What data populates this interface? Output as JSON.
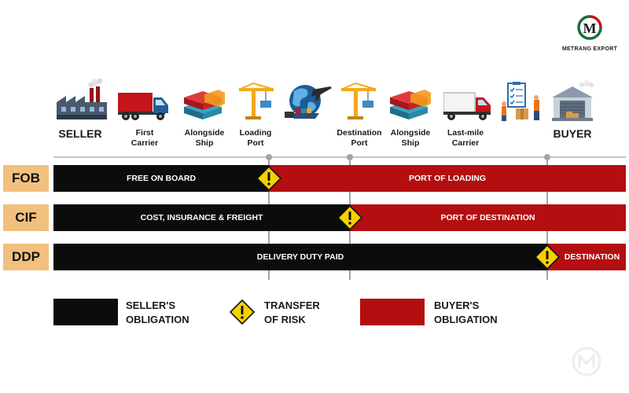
{
  "brand": {
    "name": "METRANG EXPORT",
    "logo_letter": "M"
  },
  "stages": [
    {
      "id": "seller",
      "label": "SELLER",
      "icon": "factory-icon"
    },
    {
      "id": "first-carrier",
      "label": "First\nCarrier",
      "icon": "truck-icon"
    },
    {
      "id": "alongside-ship-1",
      "label": "Alongside\nShip",
      "icon": "containers-icon"
    },
    {
      "id": "loading-port",
      "label": "Loading\nPort",
      "icon": "port-crane-icon"
    },
    {
      "id": "transit",
      "label": "",
      "icon": "globe-transport-icon"
    },
    {
      "id": "destination-port",
      "label": "Destination\nPort",
      "icon": "port-crane-icon"
    },
    {
      "id": "alongside-ship-2",
      "label": "Alongside\nShip",
      "icon": "containers-icon"
    },
    {
      "id": "last-mile",
      "label": "Last-mile\nCarrier",
      "icon": "box-truck-icon"
    },
    {
      "id": "customs",
      "label": "",
      "icon": "checklist-workers-icon"
    },
    {
      "id": "buyer",
      "label": "BUYER",
      "icon": "warehouse-icon"
    }
  ],
  "terms": [
    {
      "code": "FOB",
      "seller_text": "FREE ON BOARD",
      "buyer_text": "PORT OF LOADING",
      "transfer_at": "loading-port"
    },
    {
      "code": "CIF",
      "seller_text": "COST, INSURANCE & FREIGHT",
      "buyer_text": "PORT OF DESTINATION",
      "transfer_at": "destination-port"
    },
    {
      "code": "DDP",
      "seller_text": "DELIVERY DUTY PAID",
      "buyer_text": "DESTINATION",
      "transfer_at": "buyer"
    }
  ],
  "legend": {
    "seller": "SELLER'S\nOBLIGATION",
    "risk": "TRANSFER\nOF RISK",
    "buyer": "BUYER'S\nOBLIGATION"
  },
  "colors": {
    "seller": "#0c0c0c",
    "buyer": "#b30f10",
    "risk": "#f5d100",
    "tag": "#f2c07e"
  }
}
